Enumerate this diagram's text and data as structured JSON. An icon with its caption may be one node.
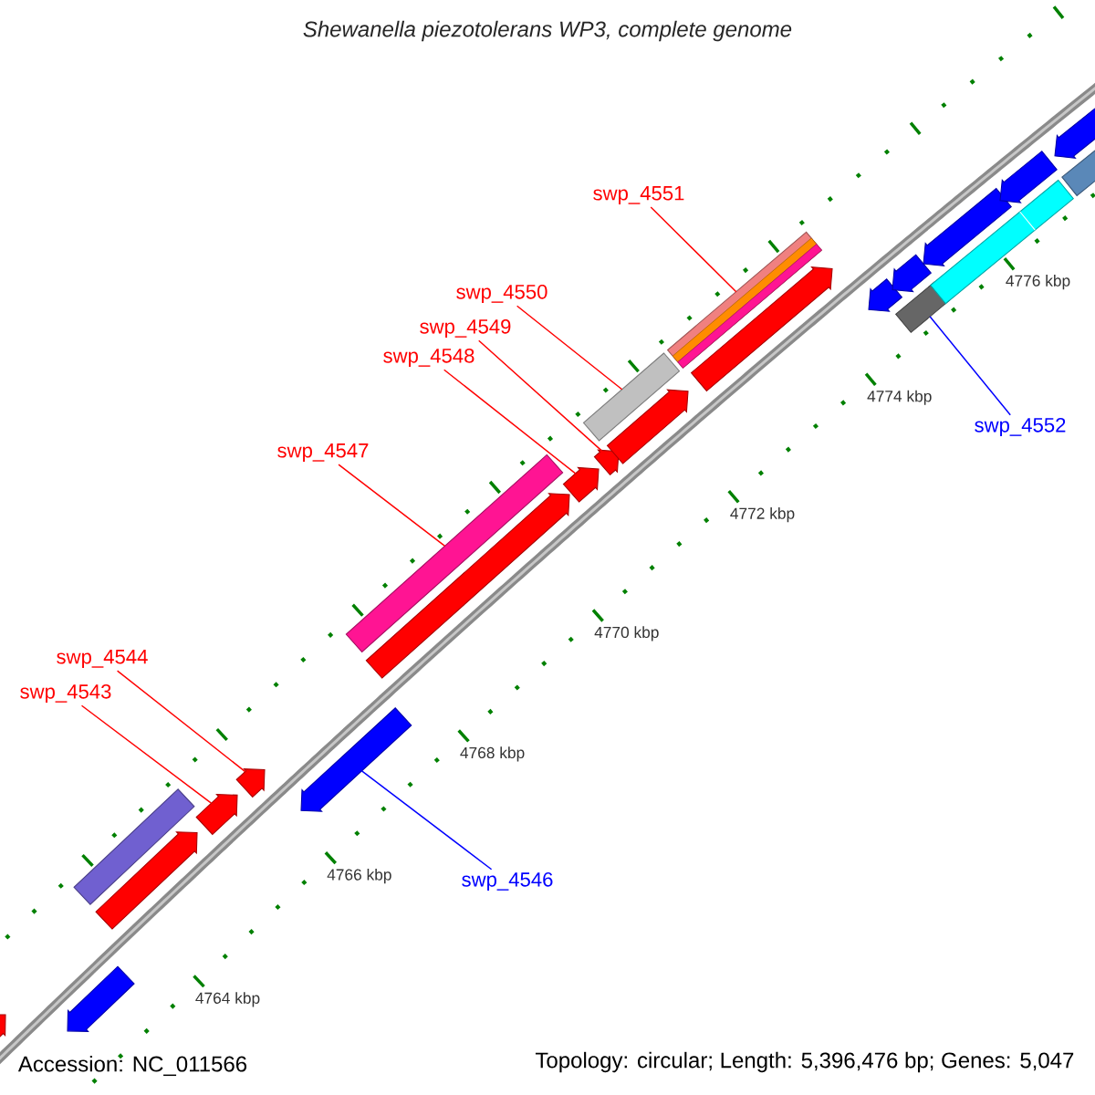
{
  "diagram": {
    "title": "Shewanella piezotolerans WP3, complete genome",
    "nodes": [
      {
        "text": [
          "swp_4551"
        ]
      },
      {
        "text": [
          "swp_4550"
        ]
      },
      {
        "text": [
          "swp_4549"
        ]
      },
      {
        "text": [
          "swp_4548"
        ]
      },
      {
        "text": [
          "swp_4552"
        ]
      },
      {
        "text": [
          "swp_4547"
        ]
      },
      {
        "text": [
          "swp_4544"
        ]
      },
      {
        "text": [
          "swp_4543"
        ]
      },
      {
        "text": [
          "swp_4546"
        ]
      },
      {
        "text": [],
        "shape": "arrow"
      },
      {
        "text": [],
        "shape": "arrow"
      },
      {
        "text": [],
        "shape": "bar"
      },
      {
        "text": [],
        "shape": "arrow"
      },
      {
        "text": [],
        "shape": "arrow"
      },
      {
        "text": [],
        "shape": "arrow"
      },
      {
        "text": [],
        "shape": "arrow"
      },
      {
        "text": [],
        "shape": "bar"
      },
      {
        "text": [],
        "shape": "arrow"
      },
      {
        "text": [],
        "shape": "arrow"
      },
      {
        "text": [],
        "shape": "bar"
      },
      {
        "text": [],
        "shape": "arrow"
      },
      {
        "text": [],
        "shape": "arrow"
      },
      {
        "text": [],
        "shape": "bar"
      },
      {
        "text": [],
        "shape": "arrow"
      },
      {
        "text": [],
        "shape": "arrow"
      },
      {
        "text": [],
        "shape": "arrow"
      },
      {
        "text": [],
        "shape": "bar"
      },
      {
        "text": [],
        "shape": "arrow"
      },
      {
        "text": [],
        "shape": "bar"
      },
      {
        "text": [],
        "shape": "arrow"
      },
      {
        "text": [],
        "shape": "arrow"
      },
      {
        "text": [],
        "shape": "bar"
      }
    ],
    "edges": [
      {
        "from": 0,
        "to": 22,
        "arrow": "none"
      },
      {
        "from": 1,
        "to": 19,
        "arrow": "none"
      },
      {
        "from": 2,
        "to": 20,
        "arrow": "none"
      },
      {
        "from": 3,
        "to": 18,
        "arrow": "none"
      },
      {
        "from": 4,
        "to": 26,
        "arrow": "none",
        "color": "#0000ff"
      },
      {
        "from": 5,
        "to": 16,
        "arrow": "none"
      },
      {
        "from": 6,
        "to": 14,
        "arrow": "none"
      },
      {
        "from": 7,
        "to": 13,
        "arrow": "none"
      },
      {
        "from": 8,
        "to": 15,
        "arrow": "none",
        "color": "#0000ff"
      }
    ],
    "labels": [
      "4764 kbp",
      "4766 kbp",
      "4768 kbp",
      "4770 kbp",
      "4772 kbp",
      "4774 kbp",
      "4776 kbp",
      "Accession: NC_011566",
      "Topology: circular; Length: 5,396,476 bp; Genes: 5,047"
    ]
  }
}
